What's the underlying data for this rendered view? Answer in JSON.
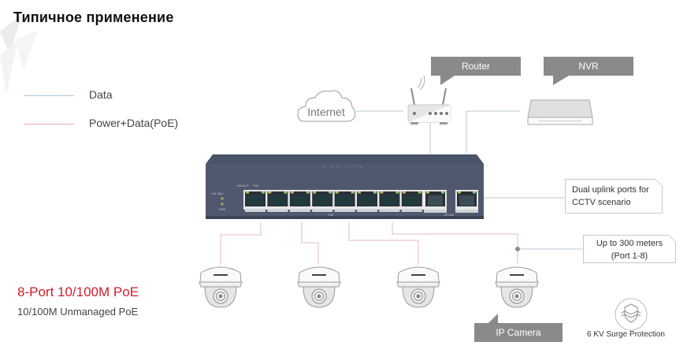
{
  "title": "Типичное применение",
  "legend": [
    {
      "label": "Data",
      "color": "#a9c4dc"
    },
    {
      "label": "Power+Data(PoE)",
      "color": "#e8a9c6"
    }
  ],
  "product": {
    "name": "8-Port 10/100M PoE",
    "subtitle": "10/100M Unmanaged PoE",
    "name_color": "#d11c2a"
  },
  "devices": {
    "internet": "Internet",
    "router": "Router",
    "nvr": "NVR",
    "camera": "IP Camera"
  },
  "switch": {
    "brand": "HIKVISION",
    "port_count": 8,
    "uplink_count": 2,
    "labels": {
      "poe_max": "PoE MAX",
      "pwr": "PWR",
      "link_act": "LINK/ACT",
      "poe": "PoE",
      "uplink": "UPLINK"
    }
  },
  "notes": {
    "uplink_line1": "Dual uplink ports for",
    "uplink_line2": "CCTV scenario",
    "distance_line1": "Up to 300 meters",
    "distance_line2": "(Port 1-8)"
  },
  "features": {
    "surge": "6 KV Surge Protection"
  },
  "camera_count": 4
}
